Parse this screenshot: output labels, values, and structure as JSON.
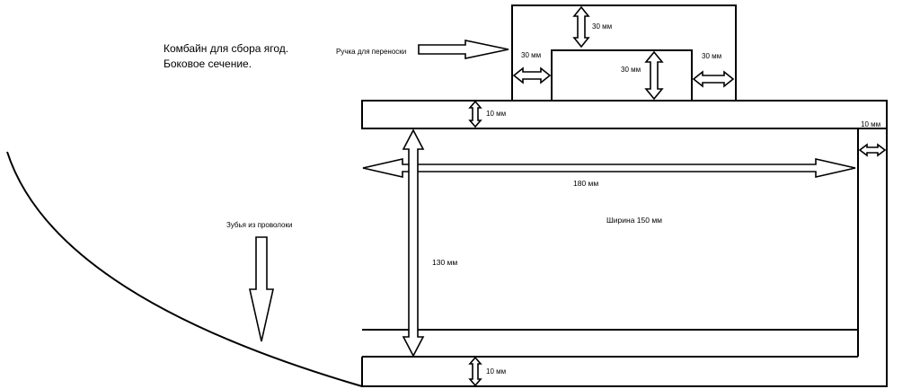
{
  "title": {
    "line1": "Комбайн для сбора ягод.",
    "line2": "Боковое сечение."
  },
  "labels": {
    "handle": "Ручка для переноски",
    "teeth": "Зубья из проволоки",
    "width": "Ширина 150 мм"
  },
  "dimensions": {
    "handle_top": "30 мм",
    "handle_left": "30 мм",
    "handle_right": "30 мм",
    "handle_inner_height": "30 мм",
    "top_wall": "10 мм",
    "right_wall": "10 мм",
    "bottom_wall": "10 мм",
    "length": "180 мм",
    "height": "130 мм"
  },
  "colors": {
    "line": "#000000",
    "background": "#ffffff"
  }
}
